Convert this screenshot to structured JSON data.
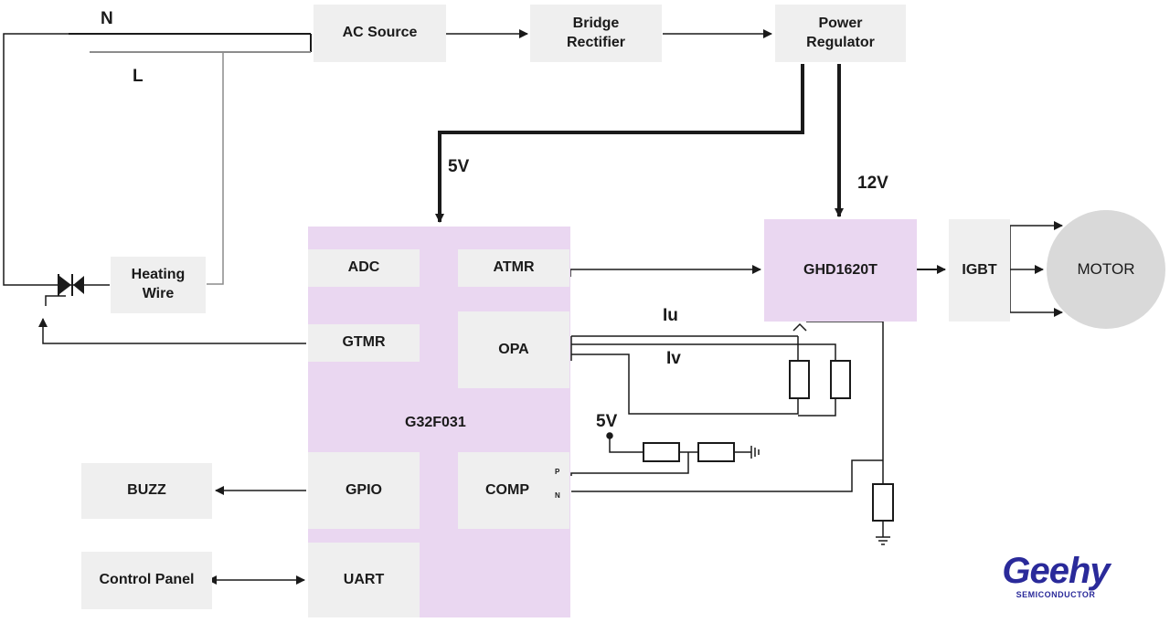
{
  "colors": {
    "mcu": "#ead7f1",
    "block": "#efefef",
    "motor": "#d9d9d9",
    "wire": "#1a1a1a",
    "wire_l": "#8c8c8c",
    "brand": "#2a2a9a"
  },
  "power_chain": {
    "ac_source": "AC Source",
    "bridge_rectifier": "Bridge\nRectifier",
    "power_regulator": "Power\nRegulator"
  },
  "mains": {
    "n_label": "N",
    "l_label": "L"
  },
  "rails": {
    "v5_label": "5V",
    "v12_label": "12V",
    "comp_ref_label": "5V"
  },
  "heating_wire": "Heating\nWire",
  "mcu": {
    "name": "G32F031",
    "adc": "ADC",
    "atmr": "ATMR",
    "gtmr": "GTMR",
    "opa": "OPA",
    "gpio": "GPIO",
    "comp": "COMP",
    "uart": "UART",
    "comp_p": "P",
    "comp_n": "N"
  },
  "driver": "GHD1620T",
  "igbt": "IGBT",
  "motor": "MOTOR",
  "current_sense": {
    "iu": "Iu",
    "iv": "Iv"
  },
  "buzz": "BUZZ",
  "control_panel": "Control Panel",
  "logo": {
    "brand": "Geehy",
    "sub": "SEMICONDUCTOR"
  }
}
